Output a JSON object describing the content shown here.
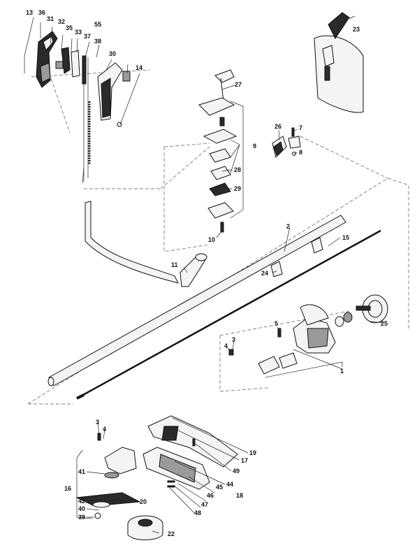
{
  "labels": {
    "l1": "1",
    "l2": "2",
    "l3a": "3",
    "l3b": "3",
    "l4a": "4",
    "l4b": "4",
    "l5": "5",
    "l7": "7",
    "l8": "8",
    "l9": "9",
    "l10": "10",
    "l11": "11",
    "l13": "13",
    "l14": "14",
    "l15": "15",
    "l16": "16",
    "l17": "17",
    "l18": "18",
    "l19": "19",
    "l20": "20",
    "l22": "22",
    "l23": "23",
    "l24": "24",
    "l25": "25",
    "l26": "26",
    "l27": "27",
    "l28": "28",
    "l29": "29",
    "l30": "30",
    "l31": "31",
    "l32": "32",
    "l33": "33",
    "l35": "35",
    "l36": "36",
    "l37": "37",
    "l38": "38",
    "l39": "39",
    "l40": "40",
    "l41": "41",
    "l42": "42",
    "l44": "44",
    "l45": "45",
    "l46": "46",
    "l47": "47",
    "l48": "48",
    "l49": "49",
    "l55": "55"
  }
}
